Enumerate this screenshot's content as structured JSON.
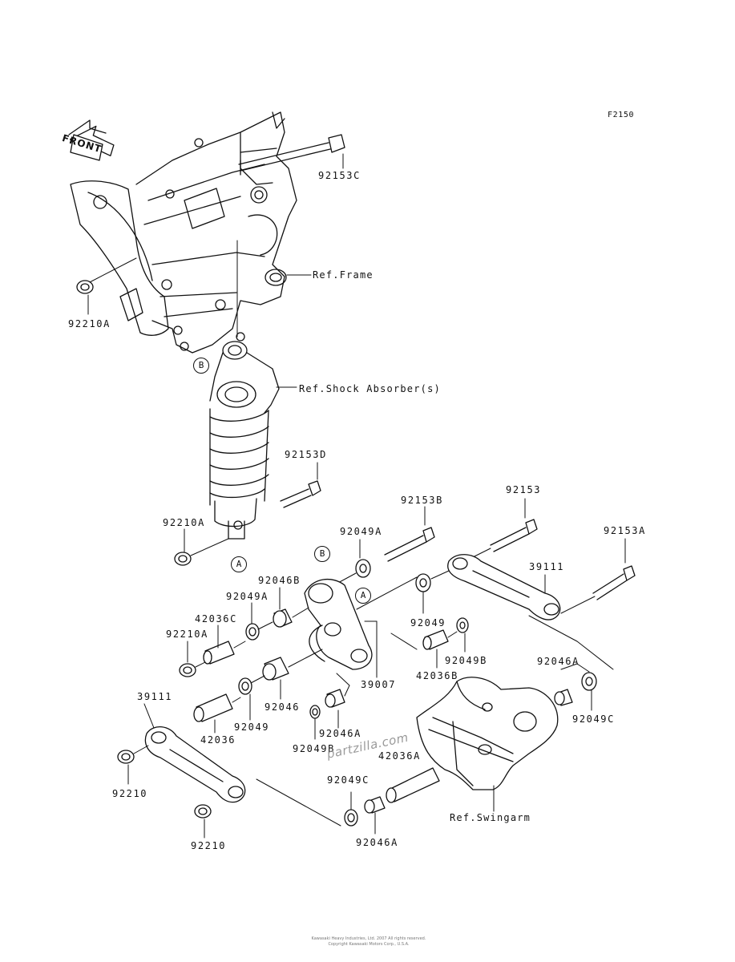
{
  "diagram": {
    "code": "F2150",
    "front_label": "FRONT",
    "watermark": "partzilla.com",
    "footer_line1": "Kawasaki Heavy Industries, Ltd. 2007 All rights reserved.",
    "footer_line2": "Copyright Kawasaki Motors Corp., U.S.A.",
    "references": {
      "frame": "Ref.Frame",
      "shock": "Ref.Shock Absorber(s)",
      "swingarm": "Ref.Swingarm"
    },
    "markers": {
      "a_top": "A",
      "a_mid": "A",
      "b_top": "B",
      "b_mid": "B"
    },
    "parts": {
      "p92153C": "92153C",
      "p92210A_top": "92210A",
      "p92153D": "92153D",
      "p92210A_mid": "92210A",
      "p92153B": "92153B",
      "p92153": "92153",
      "p92153A": "92153A",
      "p92049A_top": "92049A",
      "p39111_right": "39111",
      "p92046B": "92046B",
      "p92049A_mid": "92049A",
      "p42036C": "42036C",
      "p92049_right": "92049",
      "p92210A_low": "92210A",
      "p92049B_right": "92049B",
      "p39007": "39007",
      "p42036B": "42036B",
      "p92046A_right": "92046A",
      "p39111_left": "39111",
      "p92046": "92046",
      "p92049C_right": "92049C",
      "p42036": "42036",
      "p92049_left": "92049",
      "p92046A_mid": "92046A",
      "p92049B_mid": "92049B",
      "p42036A": "42036A",
      "p92210_left": "92210",
      "p92049C_low": "92049C",
      "p92210_low": "92210",
      "p92046A_low": "92046A"
    }
  }
}
